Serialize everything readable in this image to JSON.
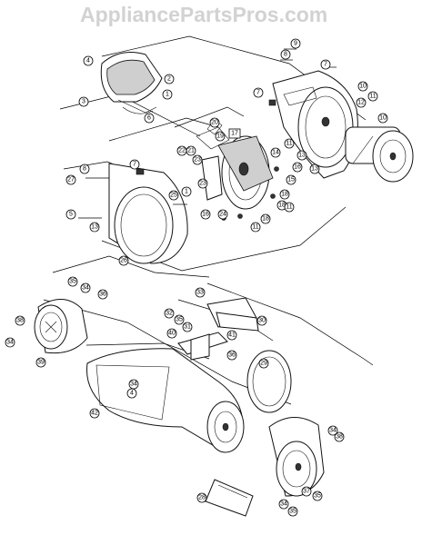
{
  "watermark": "AppliancePartsPros.com",
  "callouts": [
    "1",
    "2",
    "3",
    "4",
    "5",
    "6",
    "7",
    "8",
    "9",
    "10",
    "11",
    "12",
    "13",
    "14",
    "15",
    "16",
    "17",
    "18",
    "19",
    "20",
    "21",
    "22",
    "23",
    "24",
    "25",
    "26",
    "27",
    "28",
    "29",
    "30",
    "31",
    "32",
    "33",
    "34",
    "35",
    "36",
    "37",
    "38",
    "39",
    "40",
    "41",
    "42"
  ]
}
